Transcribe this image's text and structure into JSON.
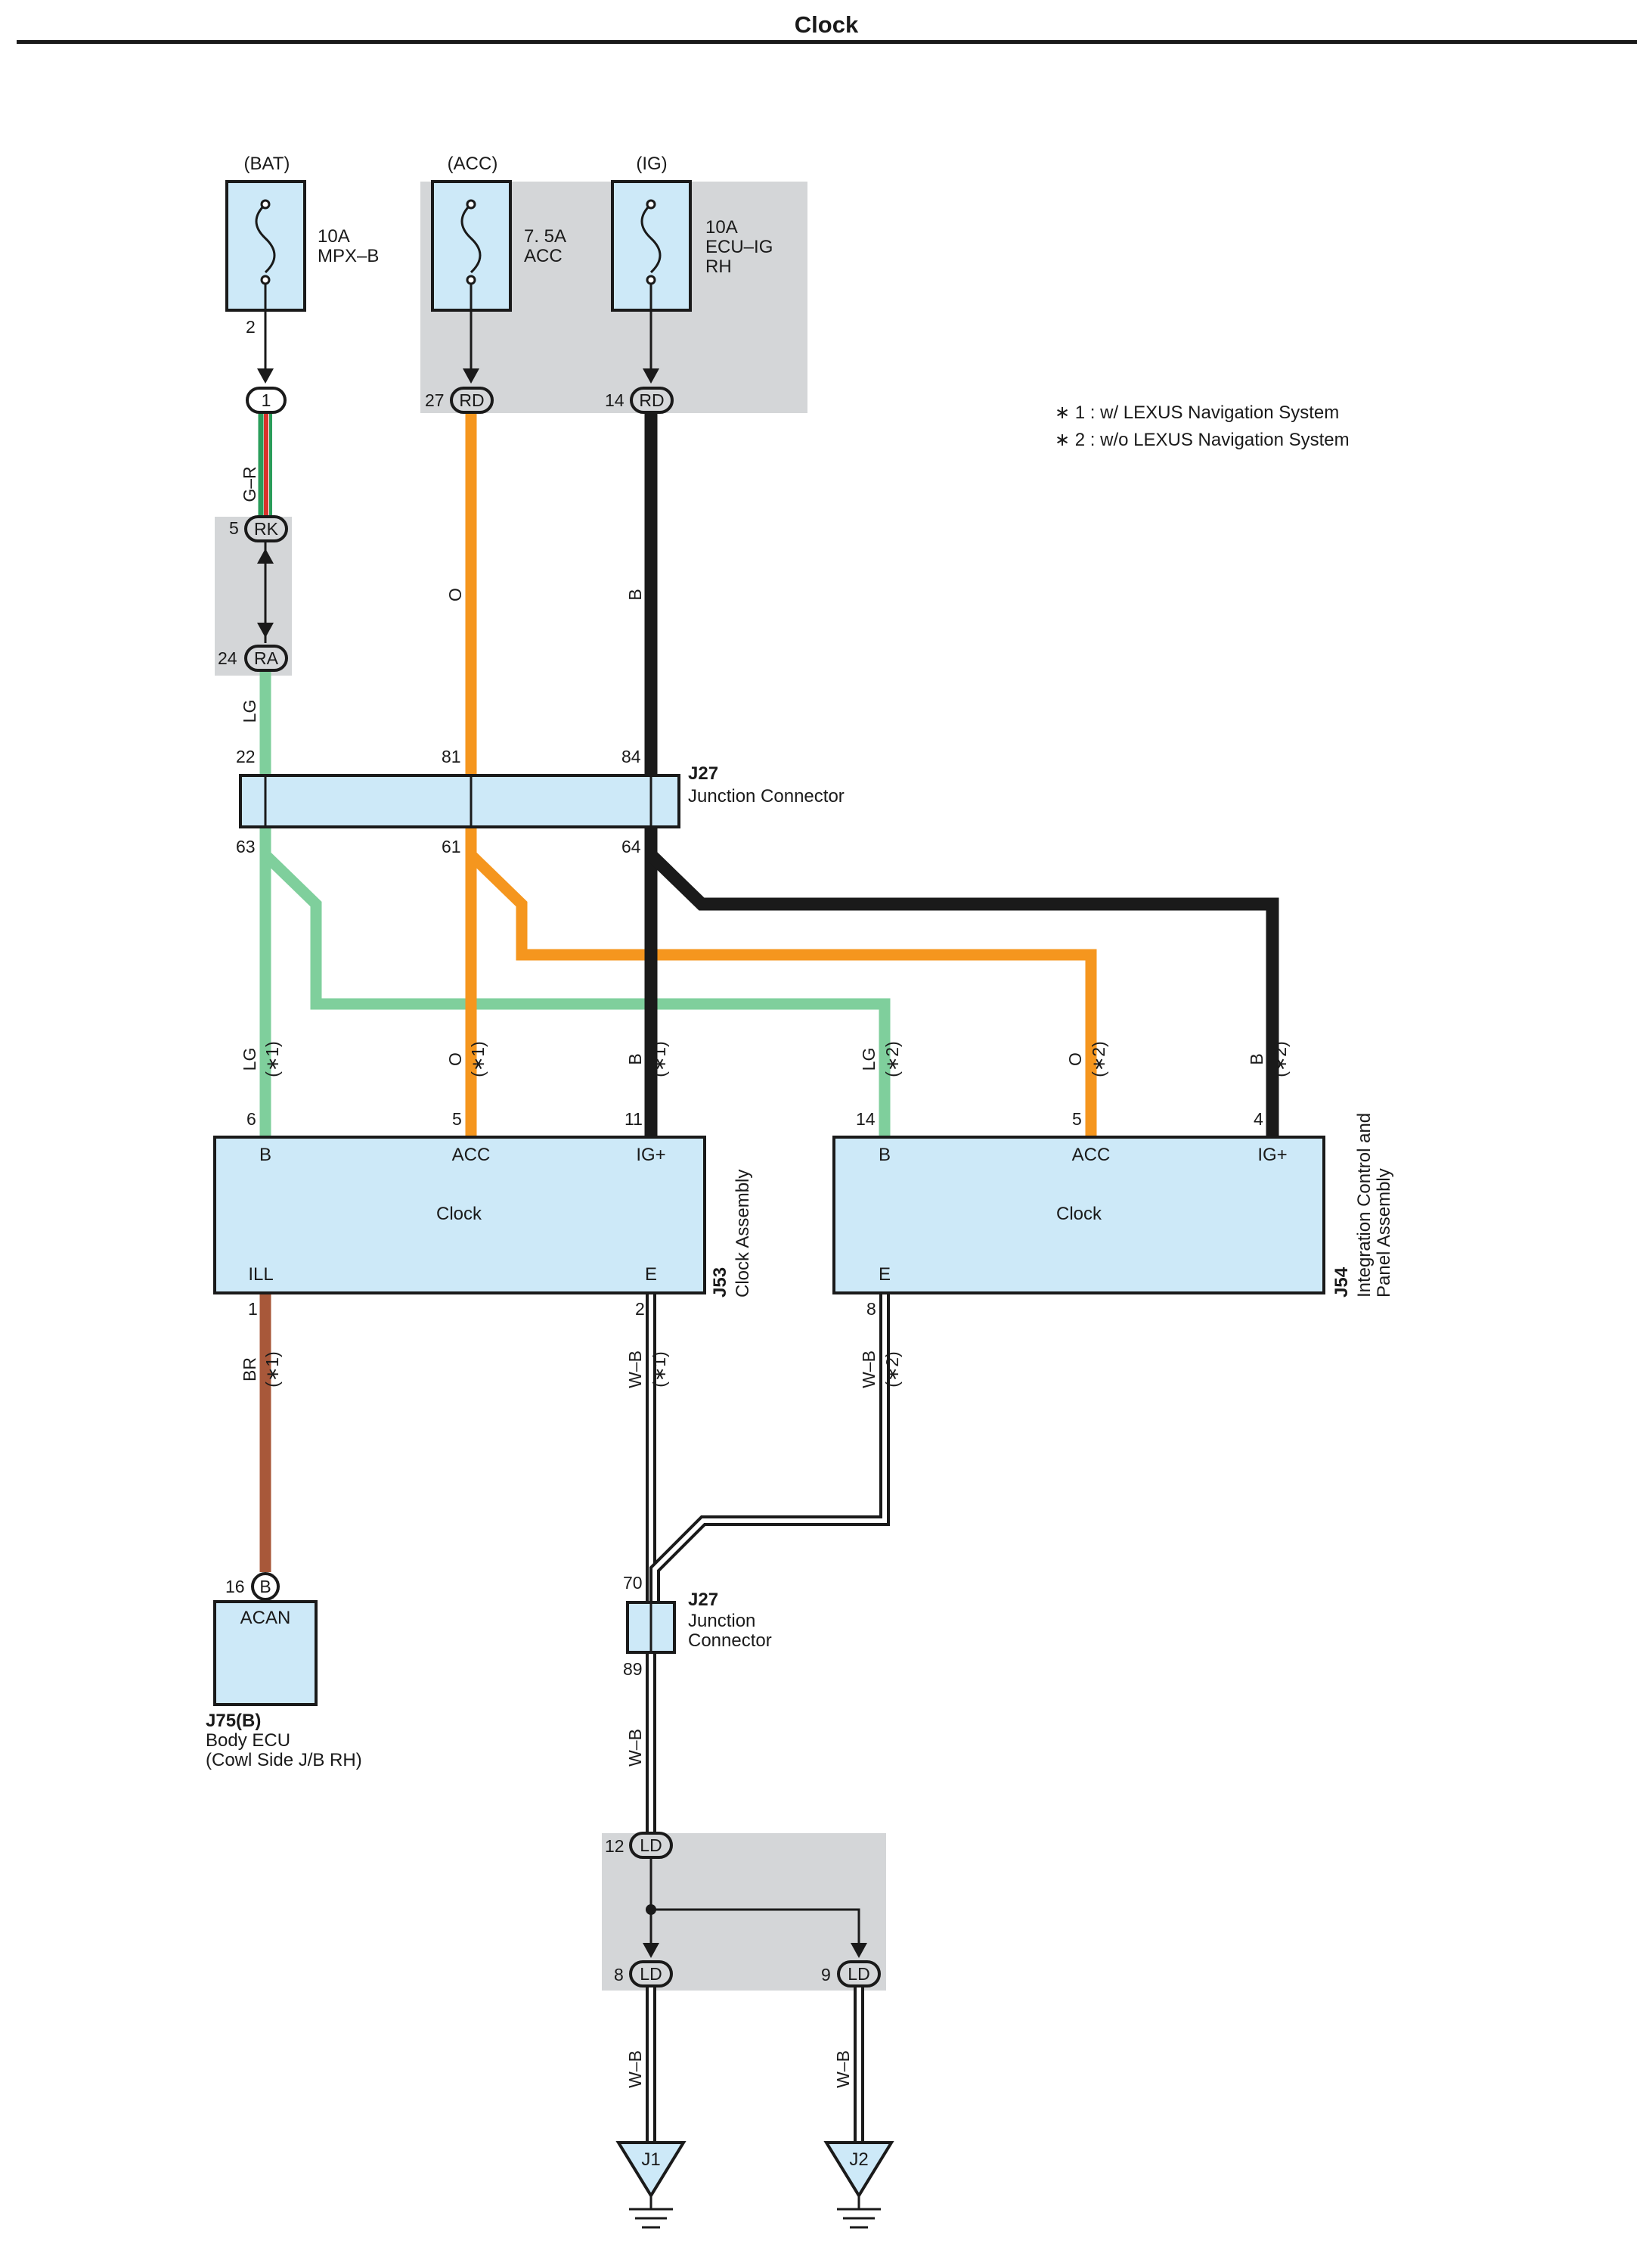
{
  "title": "Clock",
  "colors": {
    "LG": "#7fcf9c",
    "O": "#f5961e",
    "B": "#1a1a1a",
    "BR": "#a8583a",
    "G-R-green": "#2a9d5a",
    "G-R-red": "#d9322b",
    "component_fill": "#cde9f8",
    "shade": "#d4d6d8"
  },
  "notes": [
    "∗ 1 : w/ LEXUS Navigation System",
    "∗ 2 : w/o LEXUS Navigation System"
  ],
  "fuses": {
    "bat": {
      "source": "(BAT)",
      "rating": "10A",
      "name1": "MPX–B",
      "name2": "",
      "pin": "2"
    },
    "acc": {
      "source": "(ACC)",
      "rating": "7. 5A",
      "name1": "ACC",
      "name2": ""
    },
    "ig": {
      "source": "(IG)",
      "rating": "10A",
      "name1": "ECU–IG",
      "name2": "RH"
    }
  },
  "connectors": {
    "c1": "1",
    "rd27_pin": "27",
    "rd27": "RD",
    "rd14_pin": "14",
    "rd14": "RD",
    "rk_pin": "5",
    "rk": "RK",
    "ra_pin": "24",
    "ra": "RA",
    "ld12_pin": "12",
    "ld12": "LD",
    "ld8_pin": "8",
    "ld8": "LD",
    "ld9_pin": "9",
    "ld9": "LD",
    "b16_pin": "16",
    "b16": "B"
  },
  "wires": {
    "gr": "G–R",
    "lg": "LG",
    "o": "O",
    "b": "B",
    "br": "BR",
    "wb": "W–B",
    "n1": "(∗1)",
    "n2": "(∗2)"
  },
  "junction_j27_top": {
    "code": "J27",
    "name": "Junction Connector",
    "pins_top": [
      "22",
      "81",
      "84"
    ],
    "pins_bottom": [
      "63",
      "61",
      "64"
    ]
  },
  "junction_j27_bottom": {
    "code": "J27",
    "name1": "Junction",
    "name2": "Connector",
    "pin_top": "70",
    "pin_bottom": "89"
  },
  "clock_j53": {
    "code": "J53",
    "name": "Clock Assembly",
    "label": "Clock",
    "term_b": "B",
    "term_acc": "ACC",
    "term_ig": "IG+",
    "term_ill": "ILL",
    "term_e": "E",
    "pin_b": "6",
    "pin_acc": "5",
    "pin_ig": "11",
    "pin_ill": "1",
    "pin_e": "2"
  },
  "clock_j54": {
    "code": "J54",
    "name1": "Integration Control and",
    "name2": "Panel Assembly",
    "label": "Clock",
    "term_b": "B",
    "term_acc": "ACC",
    "term_ig": "IG+",
    "term_e": "E",
    "pin_b": "14",
    "pin_acc": "5",
    "pin_ig": "4",
    "pin_e": "8"
  },
  "body_ecu": {
    "code": "J75(B)",
    "name1": "Body ECU",
    "name2": "(Cowl Side J/B RH)",
    "term": "ACAN"
  },
  "grounds": [
    "J1",
    "J2"
  ]
}
